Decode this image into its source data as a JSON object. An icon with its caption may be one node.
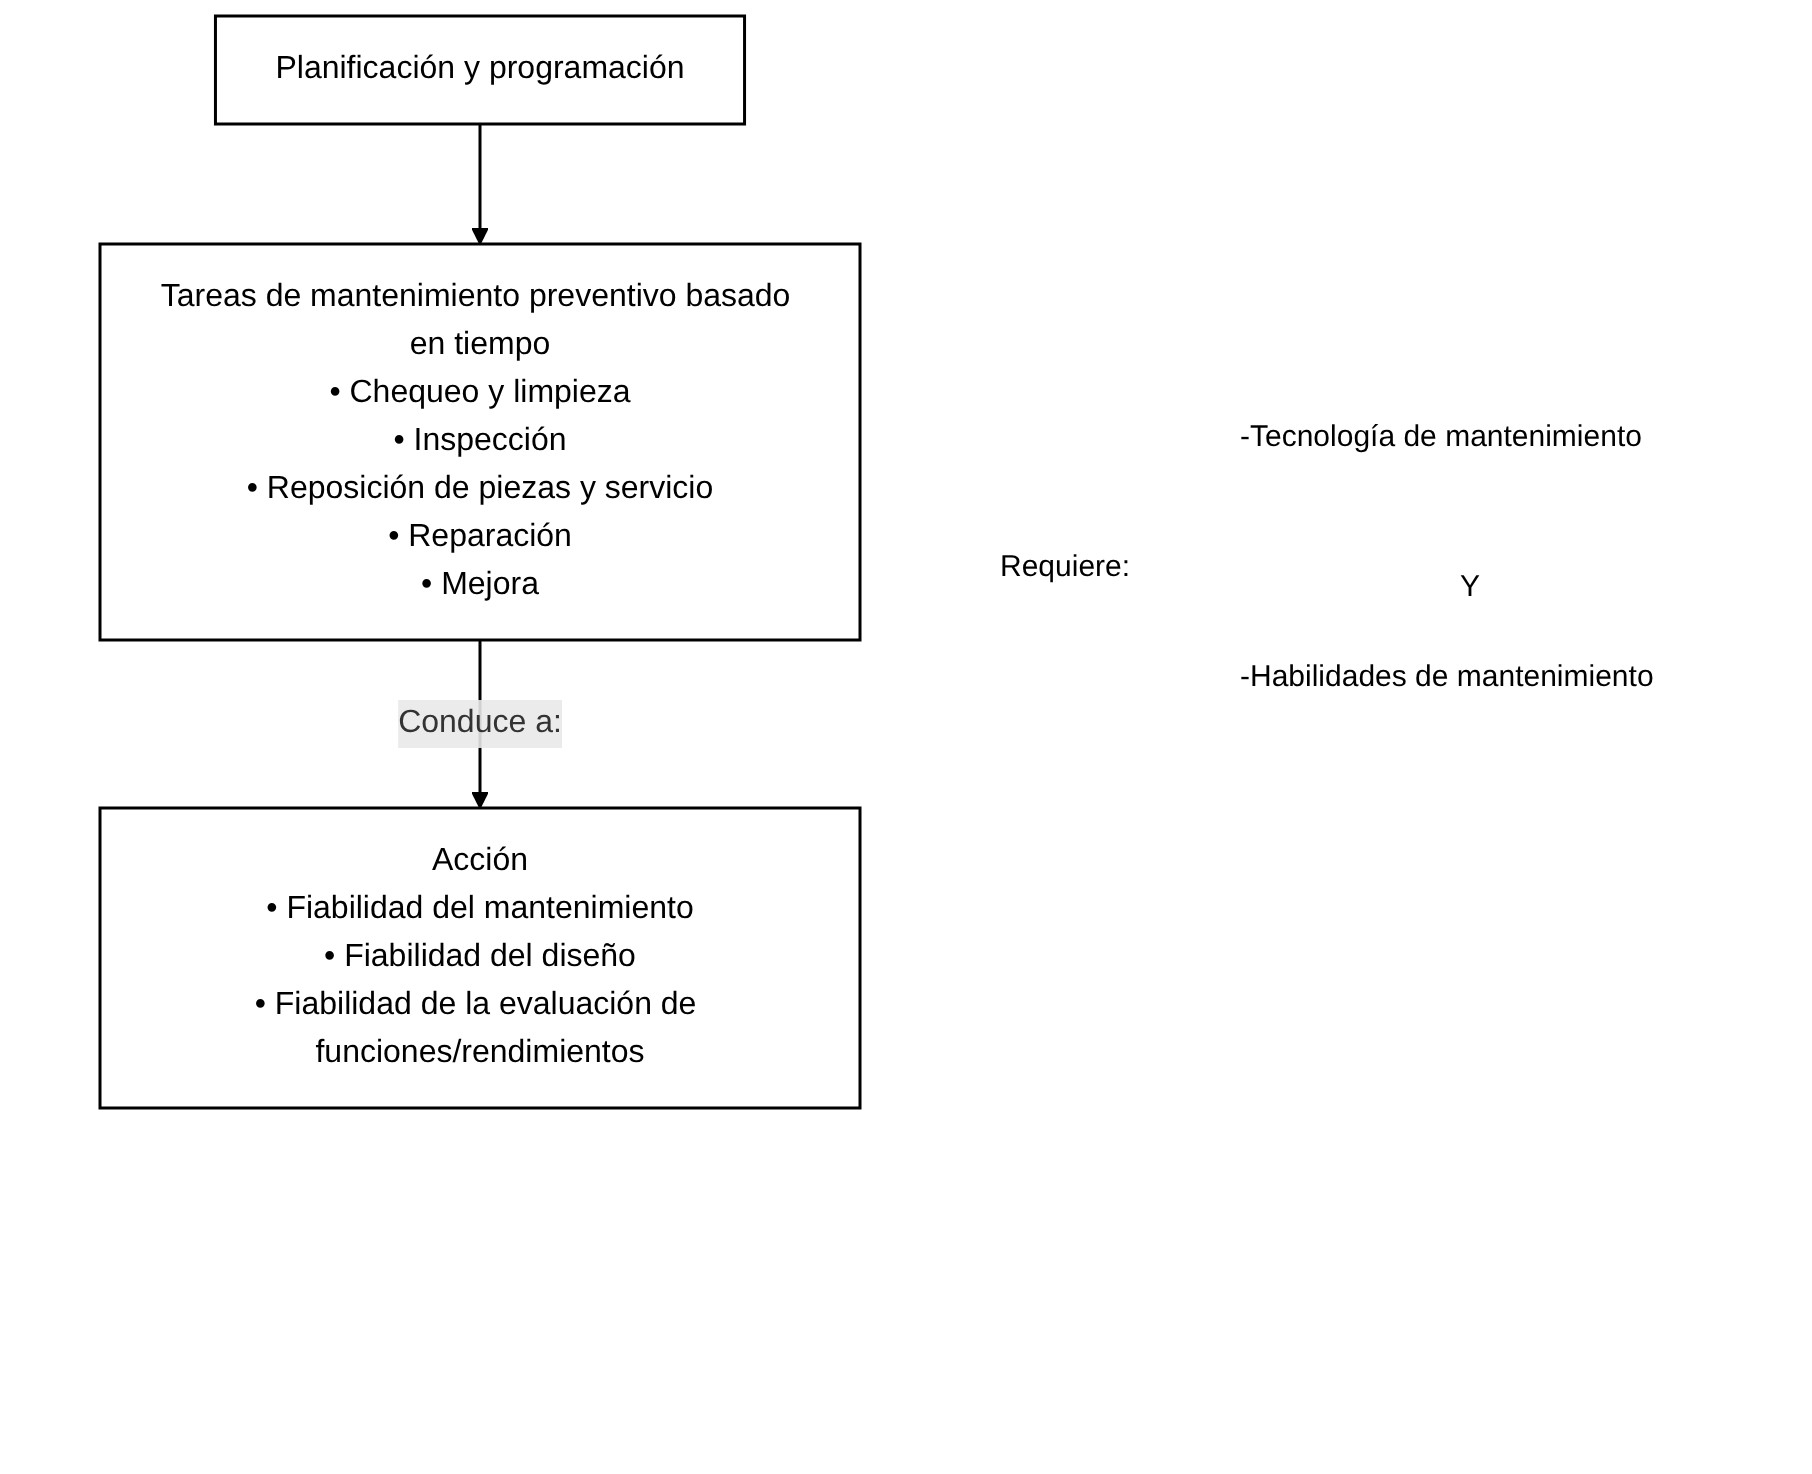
{
  "diagram": {
    "nodes": [
      {
        "text": [
          "Planificación y programación"
        ]
      },
      {
        "text": [
          "Tareas de mantenimiento preventivo basado en tiempo",
          "• Chequeo y limpieza",
          "• Inspección",
          "• Reposición de piezas y servicio",
          "• Reparación",
          "• Mejora"
        ]
      },
      {
        "text": [
          "Acción",
          "• Fiabilidad del mantenimiento",
          "• Fiabilidad del diseño",
          "• Fiabilidad de la evaluación de funciones/rendimientos"
        ]
      }
    ],
    "edges": [
      {
        "from": 0,
        "to": 1,
        "arrow": "to"
      },
      {
        "from": 1,
        "to": 2,
        "arrow": "to",
        "label": "Conduce a:"
      }
    ],
    "labels": [
      "-Tecnología de mantenimiento",
      "Requiere:",
      "Y",
      "-Habilidades de mantenimiento"
    ]
  }
}
